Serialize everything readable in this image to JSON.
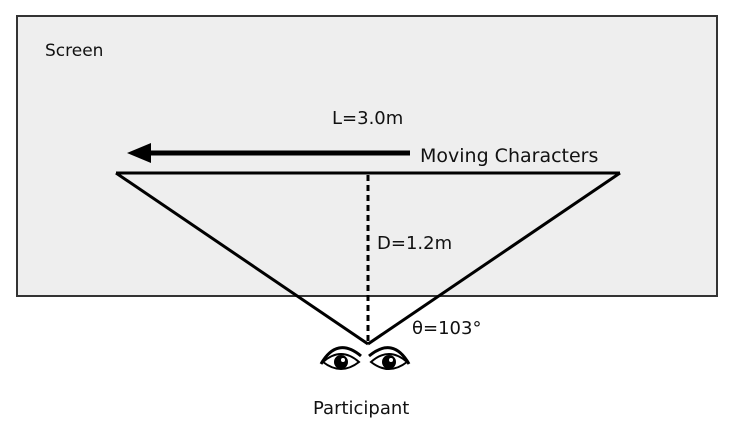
{
  "diagram": {
    "screen_label": "Screen",
    "length_label": "L=3.0m",
    "moving_label": "Moving Characters",
    "distance_label": "D=1.2m",
    "angle_label": "θ=103°",
    "participant_label": "Participant"
  },
  "colors": {
    "screen_fill": "#eeeeee",
    "screen_border": "#333333",
    "line": "#000000"
  },
  "icons": {
    "eyes": [
      "eye-icon",
      "eye-icon"
    ],
    "arrow": "left-arrow-icon"
  }
}
